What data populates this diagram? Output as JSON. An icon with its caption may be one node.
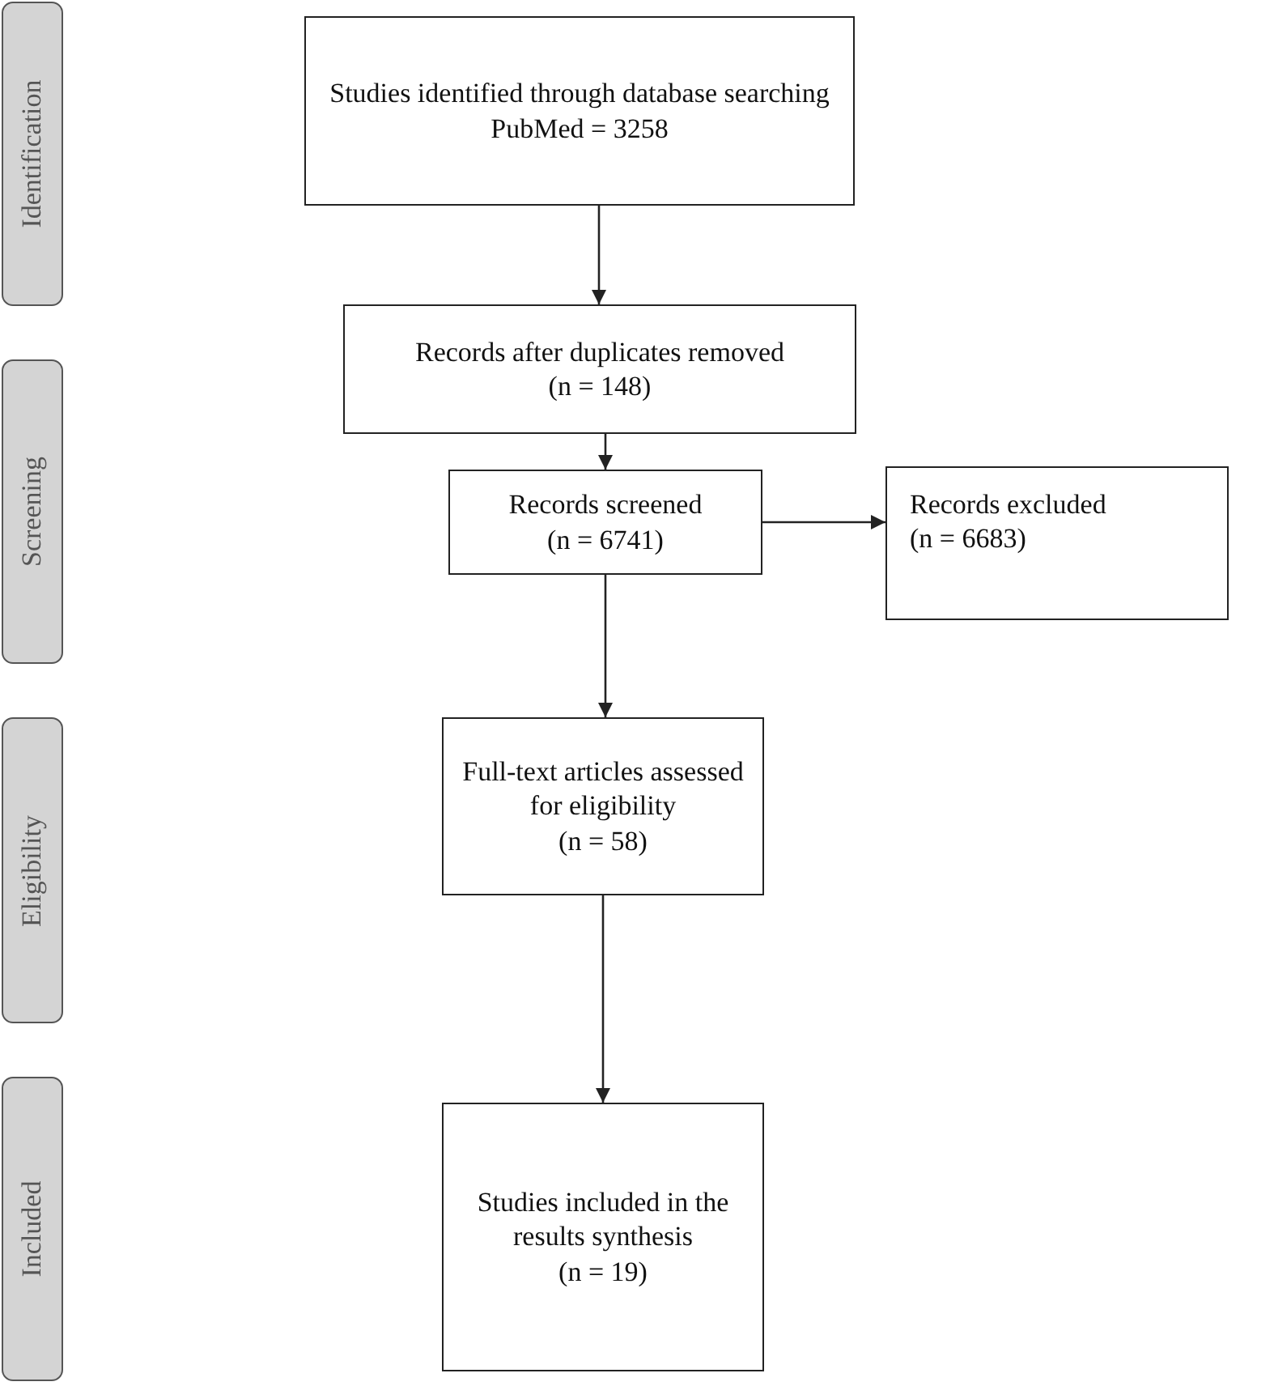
{
  "diagram": {
    "nodes": [
      {
        "text": [
          "Identification"
        ]
      },
      {
        "text": [
          "Studies identified through database searching",
          "PubMed = 3258"
        ]
      },
      {
        "text": [
          "Screening"
        ]
      },
      {
        "text": [
          "Records after duplicates removed",
          "(n = 148)"
        ]
      },
      {
        "text": [
          "Records screened",
          "(n = 6741)"
        ]
      },
      {
        "text": [
          "Records excluded",
          "(n = 6683)"
        ]
      },
      {
        "text": [
          "Eligibility"
        ]
      },
      {
        "text": [
          "Full-text articles assessed for eligibility",
          "(n = 58)"
        ]
      },
      {
        "text": [
          "Included"
        ]
      },
      {
        "text": [
          "Studies included in the results synthesis",
          "(n = 19)"
        ]
      }
    ],
    "edges": [
      {
        "from": 1,
        "to": 3,
        "arrow": "to"
      },
      {
        "from": 3,
        "to": 4,
        "arrow": "to"
      },
      {
        "from": 4,
        "to": 5,
        "arrow": "to"
      },
      {
        "from": 4,
        "to": 7,
        "arrow": "to"
      },
      {
        "from": 7,
        "to": 9,
        "arrow": "to"
      }
    ]
  }
}
